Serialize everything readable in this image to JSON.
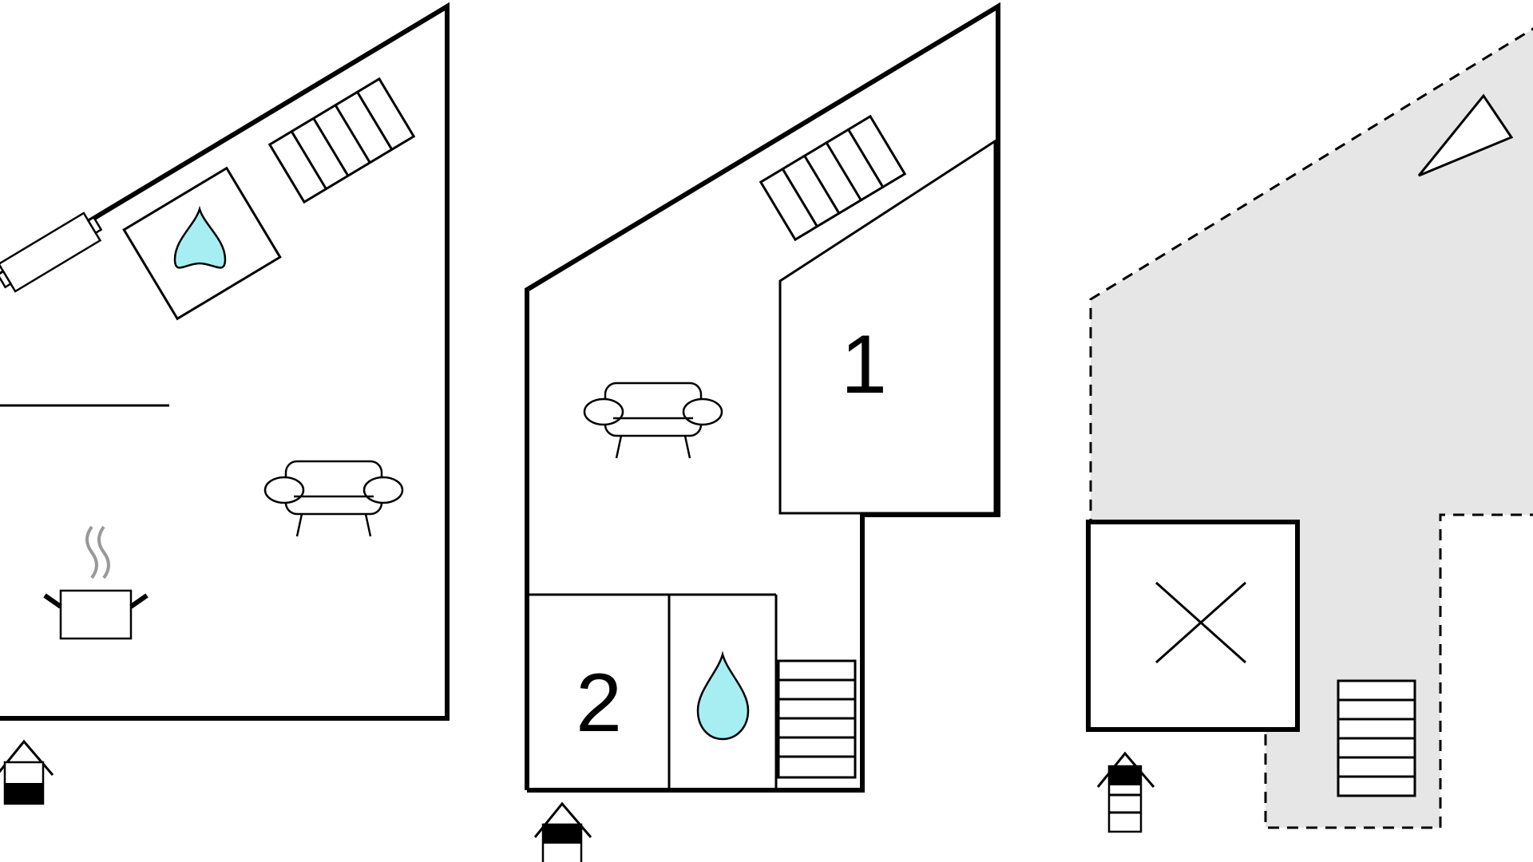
{
  "floors": [
    {
      "name": "floor-1",
      "rooms": [],
      "icons": [
        "stairs-icon",
        "water-drop-icon",
        "window-icon",
        "sofa-icon",
        "cooking-pot-icon",
        "floor-level-icon"
      ]
    },
    {
      "name": "floor-2",
      "rooms": [
        "1",
        "2"
      ],
      "icons": [
        "stairs-icon",
        "sofa-icon",
        "water-drop-icon",
        "floor-level-icon"
      ]
    },
    {
      "name": "floor-3-outdoor",
      "rooms": [],
      "icons": [
        "compass-arrow-icon",
        "void-cross-icon",
        "stairs-icon",
        "floor-level-icon"
      ]
    }
  ],
  "room_labels": {
    "bedroom_1": "1",
    "bedroom_2": "2"
  },
  "colors": {
    "wall": "#000000",
    "water": "#a6eef2",
    "outdoor": "#e6e6e6",
    "background": "#ffffff"
  }
}
